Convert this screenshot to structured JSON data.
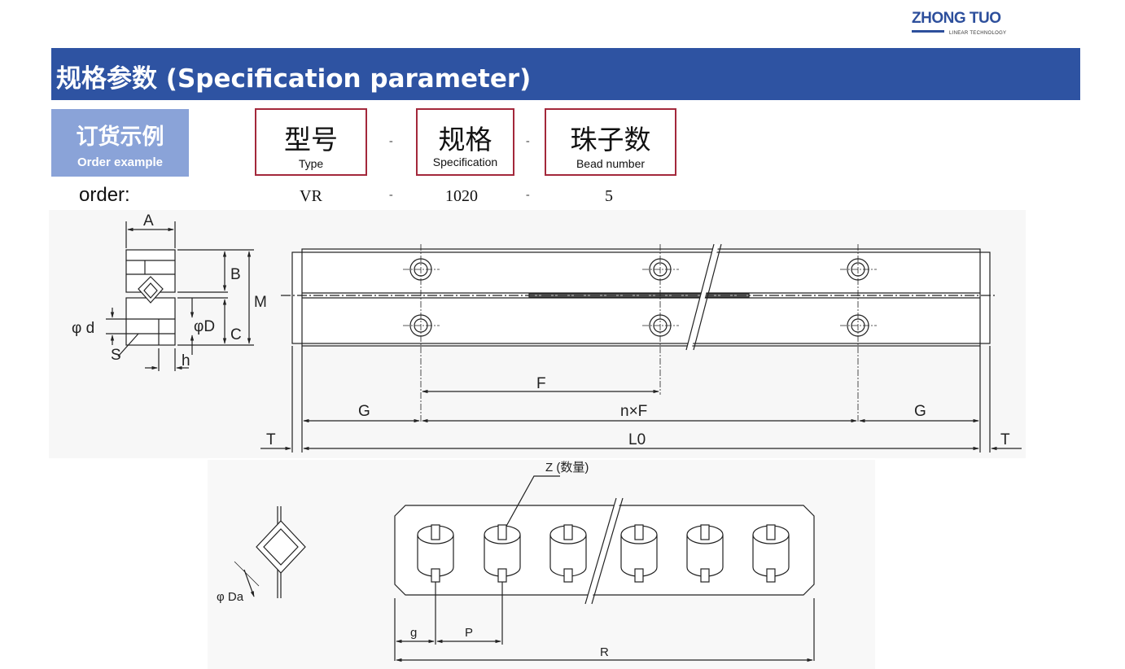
{
  "logo": {
    "brand": "ZHONG TUO",
    "tagline": "LINEAR TECHNOLOGY"
  },
  "header": {
    "title": "规格参数 (Specification parameter)"
  },
  "order_example": {
    "label_zh": "订货示例",
    "label_en": "Order example"
  },
  "fields": [
    {
      "zh": "型号",
      "en": "Type"
    },
    {
      "zh": "规格",
      "en": "Specification"
    },
    {
      "zh": "珠子数",
      "en": "Bead number"
    }
  ],
  "separator": "-",
  "order": {
    "label": "order:",
    "type": "VR",
    "spec": "1020",
    "beads": "5"
  },
  "labels": {
    "A": "A",
    "B": "B",
    "M": "M",
    "C": "C",
    "phi_d": "φ d",
    "phi_D": "φD",
    "S": "S",
    "h": "h",
    "F": "F",
    "nF": "n×F",
    "G": "G",
    "T": "T",
    "L0": "L0",
    "Z": "Z (数量)",
    "phi_Da": "φ Da",
    "g": "g",
    "P": "P",
    "R": "R"
  }
}
